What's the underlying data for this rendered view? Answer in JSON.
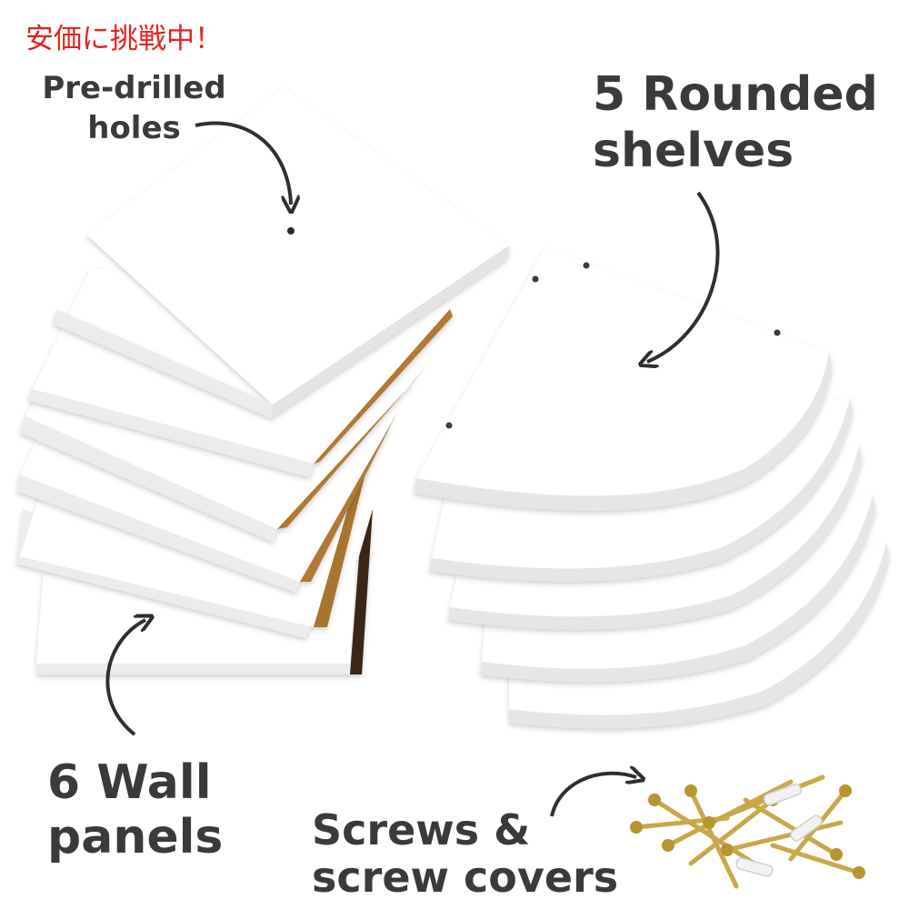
{
  "promo_text": "安価に挑戦中！",
  "callouts": {
    "holes": [
      "Pre-drilled",
      "holes"
    ],
    "shelves": [
      "5 Rounded",
      "shelves"
    ],
    "panels": [
      "6 Wall",
      "panels"
    ],
    "screws": [
      "Screws &",
      "screw covers"
    ]
  },
  "colors": {
    "promo": "#e3231f",
    "label": "#3a3a3a",
    "panel_face": "#ffffff",
    "panel_edge": "#e9e9e9",
    "particleboard": "#b07a35",
    "screw_gold": "#c9a84a",
    "anchor_white": "#f2f2f2"
  },
  "counts": {
    "wall_panels": 6,
    "rounded_shelves": 5
  }
}
